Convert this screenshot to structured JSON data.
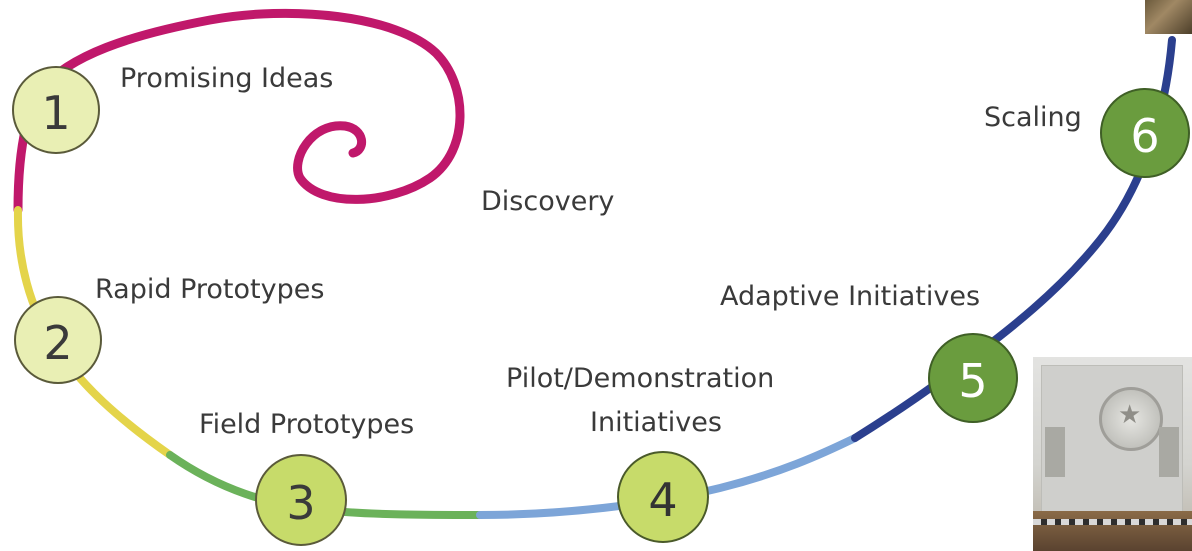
{
  "colors": {
    "magenta": "#c0186b",
    "yellow": "#e4d44a",
    "green": "#6bb25a",
    "light_blue": "#7da5d8",
    "navy": "#2b3f8e",
    "pale_circle": "#e9efb4",
    "olive_circle": "#c7db6a",
    "dark_green_circle": "#6a9c3e"
  },
  "stages": [
    {
      "number": "1",
      "label": "Promising Ideas"
    },
    {
      "number": "2",
      "label": "Rapid Prototypes"
    },
    {
      "number": "3",
      "label": "Field Prototypes"
    },
    {
      "number": "4",
      "label_lines": [
        "Pilot/Demonstration",
        "Initiatives"
      ]
    },
    {
      "number": "5",
      "label": "Adaptive Initiatives"
    },
    {
      "number": "6",
      "label": "Scaling"
    }
  ],
  "discovery_label": "Discovery"
}
